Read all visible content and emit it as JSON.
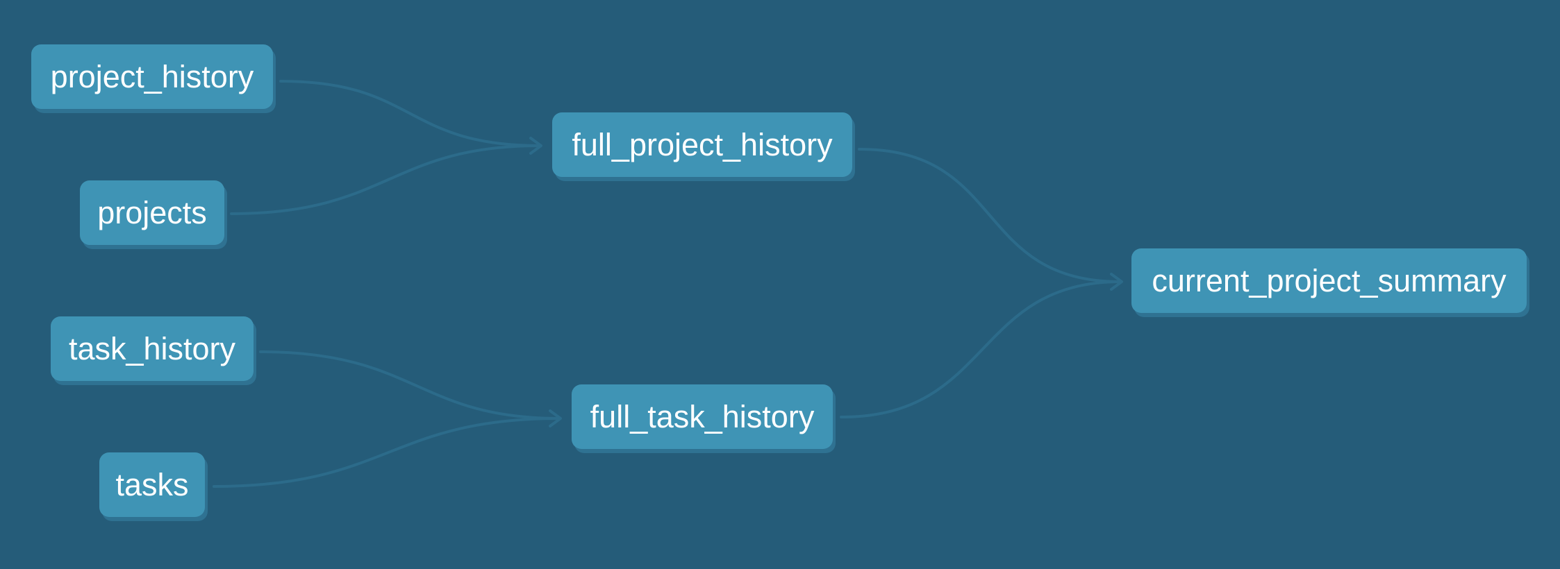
{
  "nodes": {
    "project_history": "project_history",
    "projects": "projects",
    "task_history": "task_history",
    "tasks": "tasks",
    "full_project_history": "full_project_history",
    "full_task_history": "full_task_history",
    "current_project_summary": "current_project_summary"
  },
  "edges": [
    {
      "from": "project_history",
      "to": "full_project_history"
    },
    {
      "from": "projects",
      "to": "full_project_history"
    },
    {
      "from": "task_history",
      "to": "full_task_history"
    },
    {
      "from": "tasks",
      "to": "full_task_history"
    },
    {
      "from": "full_project_history",
      "to": "current_project_summary"
    },
    {
      "from": "full_task_history",
      "to": "current_project_summary"
    }
  ],
  "colors": {
    "background": "#255c79",
    "node_fill": "#3f94b5",
    "node_shadow": "#2f7292",
    "edge": "#2c6b8a",
    "text": "#ffffff"
  }
}
